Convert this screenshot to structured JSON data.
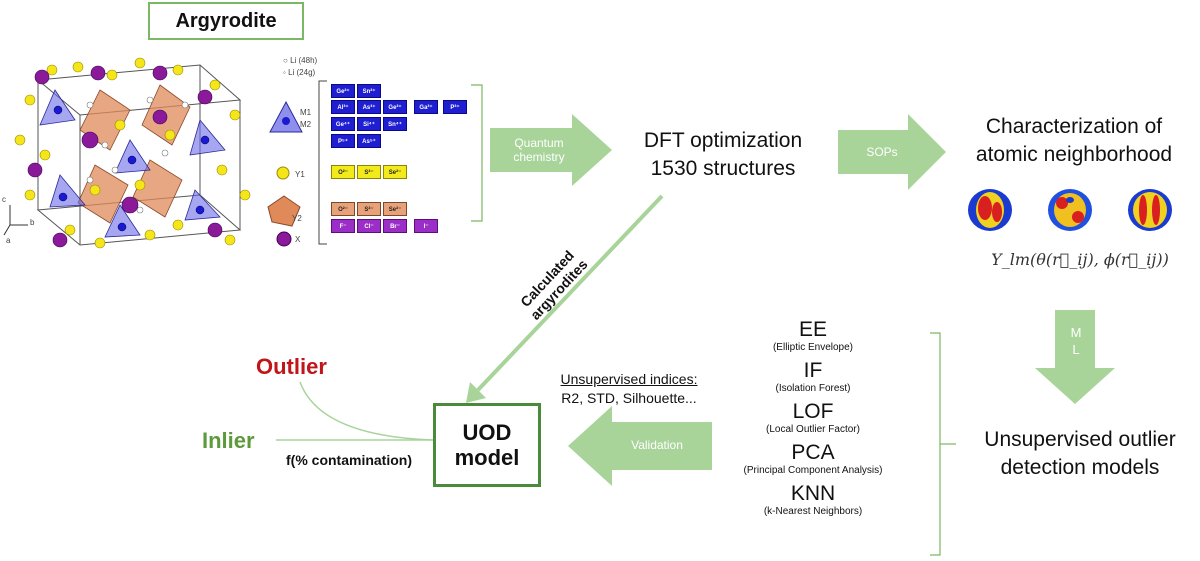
{
  "title": "Argyrodite",
  "crystal_legend": {
    "li_48h": "Li (48h)",
    "li_24g": "Li (24g)",
    "axes": [
      "c",
      "b",
      "a"
    ]
  },
  "table": {
    "site_m1": "M1",
    "site_m2": "M2",
    "site_y1": "Y1",
    "site_y2": "Y2",
    "site_x": "X",
    "m_rows": [
      [
        "Ge²⁺",
        "Sn²⁺"
      ],
      [
        "Al³⁺",
        "As³⁺",
        "Ge³⁺",
        "Ga³⁺",
        "P³⁺"
      ],
      [
        "Ge⁴⁺",
        "Si⁴⁺",
        "Sn⁴⁺"
      ],
      [
        "P⁵⁺",
        "As⁵⁺"
      ]
    ],
    "y1_row": [
      "O²⁻",
      "S²⁻",
      "Se²⁻"
    ],
    "y2_row": [
      "O²⁻",
      "S²⁻",
      "Se²⁻"
    ],
    "x_row": [
      "F⁻",
      "Cl⁻",
      "Br⁻",
      "I⁻"
    ]
  },
  "arrows": {
    "quantum": "Quantum chemistry",
    "sops": "SOPs",
    "ml": "M L",
    "validation": "Validation",
    "calculated": "Calculated argyrodites"
  },
  "dft": {
    "line1": "DFT optimization",
    "line2": "1530 structures"
  },
  "characterization": {
    "line1": "Characterization of",
    "line2": "atomic neighborhood",
    "formula": "Y_lm(θ(r⃗_ij), ϕ(r⃗_ij))"
  },
  "unsupervised_models": {
    "line1": "Unsupervised outlier",
    "line2": "detection models"
  },
  "methods": [
    {
      "abbr": "EE",
      "full": "(Elliptic Envelope)"
    },
    {
      "abbr": "IF",
      "full": "(Isolation Forest)"
    },
    {
      "abbr": "LOF",
      "full": "(Local Outlier Factor)"
    },
    {
      "abbr": "PCA",
      "full": "(Principal Component Analysis)"
    },
    {
      "abbr": "KNN",
      "full": "(k-Nearest Neighbors)"
    }
  ],
  "indices": {
    "heading": "Unsupervised indices:",
    "list": "R2, STD, Silhouette..."
  },
  "uod": {
    "line1": "UOD",
    "line2": "model"
  },
  "outlier_label": "Outlier",
  "inlier_label": "Inlier",
  "contamination": "f(% contamination)",
  "colors": {
    "arrow_green": "#a8d49a",
    "box_green": "#4a8a3a",
    "outlier_red": "#c0151a",
    "inlier_green": "#5c9a3c"
  }
}
